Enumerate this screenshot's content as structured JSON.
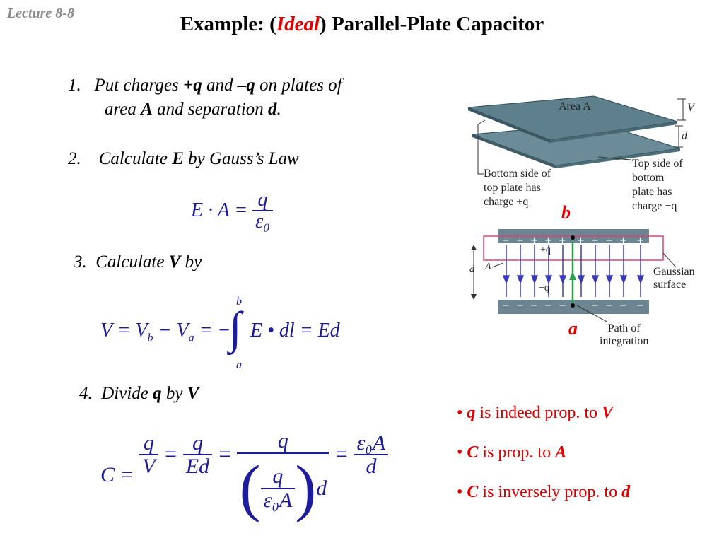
{
  "header": {
    "lecture": "Lecture 8-8",
    "title_pre": "Example: (",
    "title_ideal": "Ideal",
    "title_post": ") Parallel-Plate Capacitor"
  },
  "steps": [
    {
      "num": "1.",
      "line1_a": "Put charges ",
      "line1_b": "+q",
      "line1_c": " and ",
      "line1_d": "–q",
      "line1_e": " on plates of",
      "line2_a": "area ",
      "line2_b": "A",
      "line2_c": " and separation ",
      "line2_d": "d",
      "line2_e": "."
    },
    {
      "num": "2.",
      "text_a": "Calculate ",
      "text_b": "E",
      "text_c": " by Gauss’s Law"
    },
    {
      "num": "3.",
      "text_a": "Calculate ",
      "text_b": "V",
      "text_c": " by"
    },
    {
      "num": "4.",
      "text_a": "Divide ",
      "text_b": "q",
      "text_c": " by ",
      "text_d": "V"
    }
  ],
  "equations": {
    "gauss_lhs": "E · A =",
    "gauss_num": "q",
    "gauss_den": "ε₀",
    "v_eq": "V = V",
    "v_sub_b": "b",
    "v_minus": " − V",
    "v_sub_a": "a",
    "v_eq2": " = −",
    "int_upper": "b",
    "int_lower": "a",
    "v_integrand": "E • dl",
    "v_result": " = Ed",
    "c_lhs": "C =",
    "c_f1_num": "q",
    "c_f1_den": "V",
    "c_f2_num": "q",
    "c_f2_den": "Ed",
    "c_f3_num": "q",
    "c_f3_inner_num": "q",
    "c_f3_inner_den": "ε₀A",
    "c_f3_d": "d",
    "c_f4_num": "ε₀A",
    "c_f4_den": "d",
    "eq_sign": "="
  },
  "diagram_top": {
    "area_label": "Area A",
    "v_label": "V",
    "d_label": "d",
    "left_note": [
      "Bottom side of",
      "top plate has",
      "charge +q"
    ],
    "right_note": [
      "Top side of",
      "bottom",
      "plate has",
      "charge −q"
    ]
  },
  "diagram_bottom": {
    "point_b": "b",
    "point_a": "a",
    "plus_q": "+q",
    "minus_q": "−q",
    "a_label": "A",
    "d_label": "d",
    "gauss_note": [
      "Gaussian",
      "surface"
    ],
    "path_note": [
      "Path of",
      "integration"
    ]
  },
  "bullets": [
    {
      "a": "q",
      "b": " is indeed prop. to ",
      "c": "V"
    },
    {
      "a": "C",
      "b": " is prop. to ",
      "c": "A"
    },
    {
      "a": "C",
      "b": " is inversely prop. to ",
      "c": "d"
    }
  ],
  "colors": {
    "title_accent": "#e00000",
    "equation": "#1c1c9c",
    "plate": "#5e7f8c",
    "field": "#3a3ab8",
    "path": "#2aa04a",
    "gauss": "#e0407a"
  }
}
